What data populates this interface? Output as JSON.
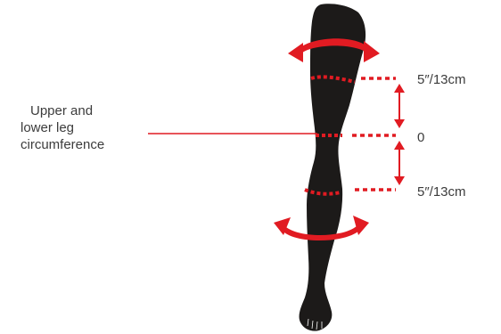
{
  "labels": {
    "callout_line1": "Upper and",
    "callout_line2": "lower leg",
    "callout_line3": "circumference",
    "mark_top": "5″/13cm",
    "mark_zero": "0",
    "mark_bottom": "5″/13cm"
  },
  "colors": {
    "leg": "#1c1a19",
    "accent": "#e11b22",
    "text": "#3c3c3c"
  }
}
